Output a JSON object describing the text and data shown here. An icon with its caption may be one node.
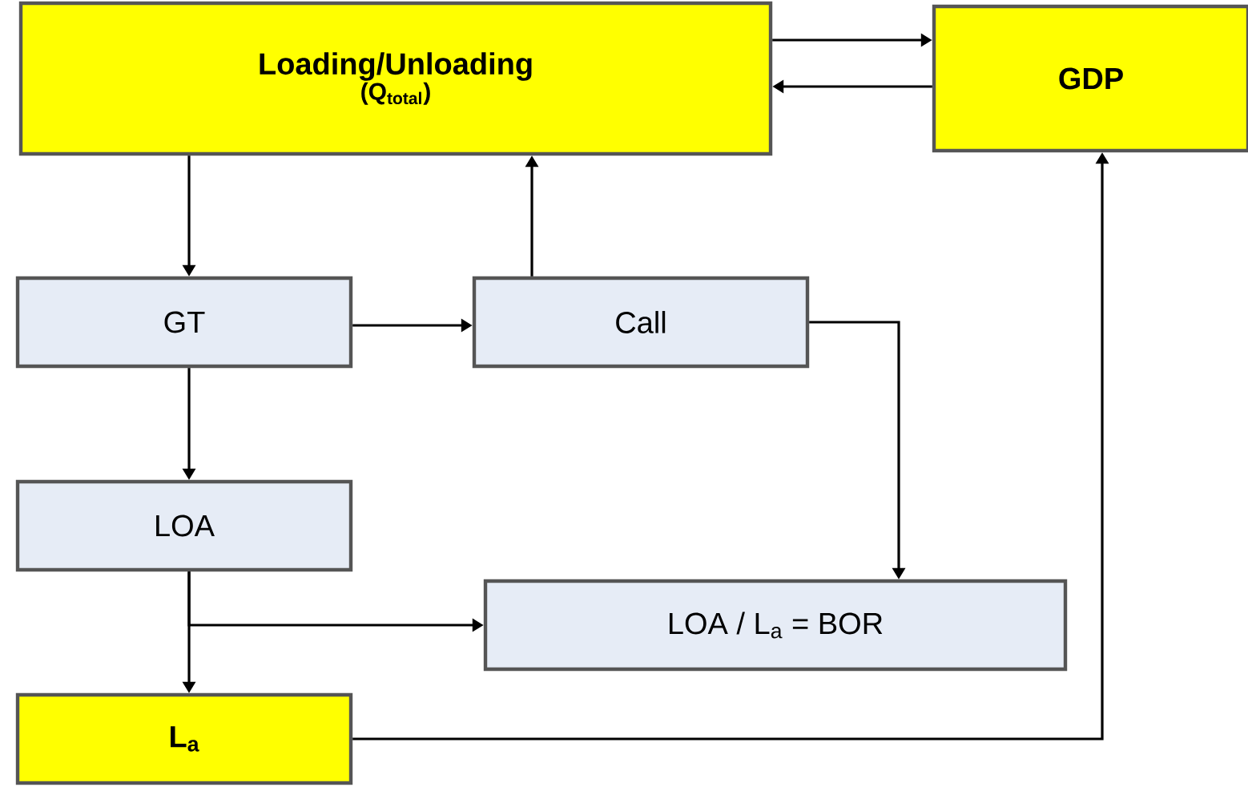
{
  "diagram": {
    "nodes": [
      {
        "text": [
          "Loading/Unloading",
          "(Q$_{total}$)"
        ]
      },
      {
        "text": [
          "GDP"
        ]
      },
      {
        "text": [
          "GT"
        ]
      },
      {
        "text": [
          "Call"
        ]
      },
      {
        "text": [
          "LOA"
        ]
      },
      {
        "text": [
          "LOA / L$_{a}$ = BOR"
        ]
      },
      {
        "text": [
          "L$_{a}$"
        ]
      }
    ],
    "edges": [
      {
        "from": 0,
        "to": 1,
        "arrow": "to"
      },
      {
        "from": 1,
        "to": 0,
        "arrow": "to"
      },
      {
        "from": 0,
        "to": 2,
        "arrow": "to"
      },
      {
        "from": 2,
        "to": 3,
        "arrow": "to"
      },
      {
        "from": 3,
        "to": 0,
        "arrow": "to"
      },
      {
        "from": 3,
        "to": 5,
        "arrow": "to"
      },
      {
        "from": 2,
        "to": 4,
        "arrow": "to"
      },
      {
        "from": 4,
        "to": 6,
        "arrow": "to"
      },
      {
        "from": 4,
        "to": 5,
        "arrow": "to"
      },
      {
        "from": 6,
        "to": 1,
        "arrow": "to"
      }
    ]
  }
}
